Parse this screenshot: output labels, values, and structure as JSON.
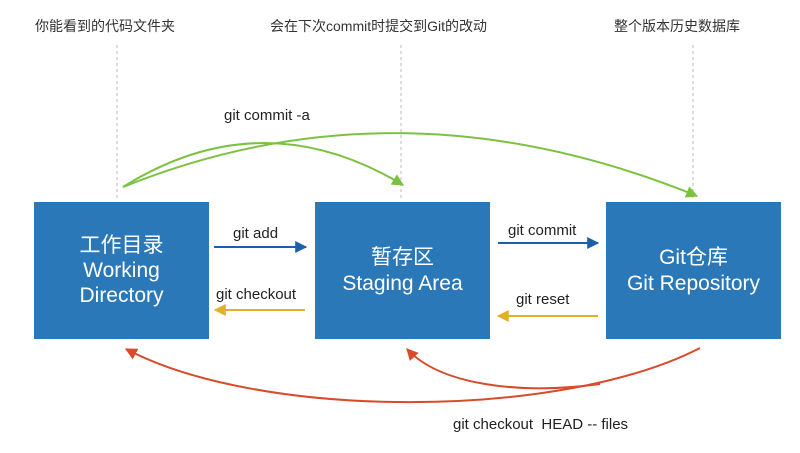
{
  "captions": {
    "working_dir": "你能看到的代码文件夹",
    "staging": "会在下次commit时提交到Git的改动",
    "repo": "整个版本历史数据库"
  },
  "boxes": {
    "working_dir": {
      "title": "工作目录",
      "line2": "Working",
      "line3": "Directory"
    },
    "staging": {
      "title": "暂存区",
      "line2": "Staging Area"
    },
    "repo": {
      "title": "Git仓库",
      "line2": "Git Repository"
    }
  },
  "arrows": {
    "git_commit_a": "git commit -a",
    "git_add": "git add",
    "git_checkout": "git checkout",
    "git_commit": "git commit",
    "git_reset": "git reset",
    "git_checkout_head": "git checkout  HEAD -- files"
  },
  "colors": {
    "box_fill": "#2b78b8",
    "forward_arrow": "#1f5fa8",
    "backward_arrow": "#e2b12a",
    "commit_a_arrow": "#7cc242",
    "checkout_head_arrow": "#d94b2b",
    "dotted_guide": "#bbbbbb"
  }
}
